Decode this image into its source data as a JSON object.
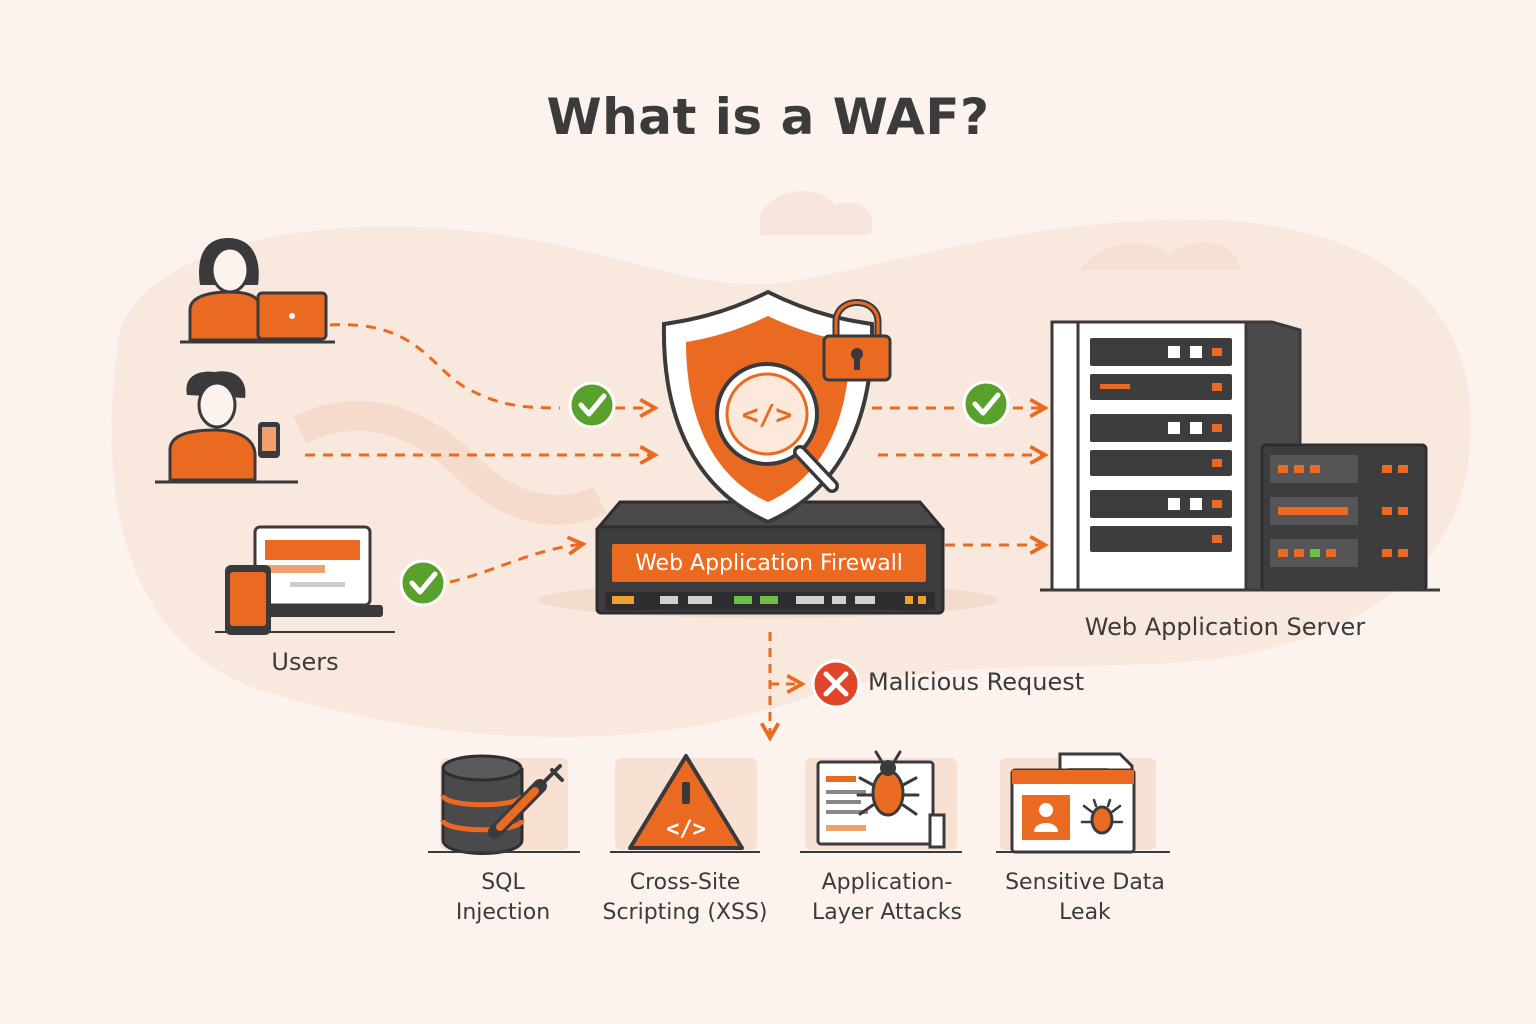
{
  "title": "What is a WAF?",
  "nodes": {
    "users_label": "Users",
    "firewall_label": "Web Application Firewall",
    "server_label": "Web Application Server",
    "malicious_label": "Malicious Request",
    "code_symbol": "</>"
  },
  "threats": [
    {
      "line1": "SQL",
      "line2": "Injection",
      "icon": "database-syringe-icon"
    },
    {
      "line1": "Cross-Site",
      "line2": "Scripting (XSS)",
      "icon": "warning-code-icon"
    },
    {
      "line1": "Application-",
      "line2": "Layer Attacks",
      "icon": "bug-window-icon"
    },
    {
      "line1": "Sensitive Data",
      "line2": "Leak",
      "icon": "data-leak-icon"
    }
  ],
  "colors": {
    "accent": "#ea6a22",
    "ok": "#5aa02c",
    "danger": "#e0442a",
    "dark": "#3d3d3f"
  }
}
